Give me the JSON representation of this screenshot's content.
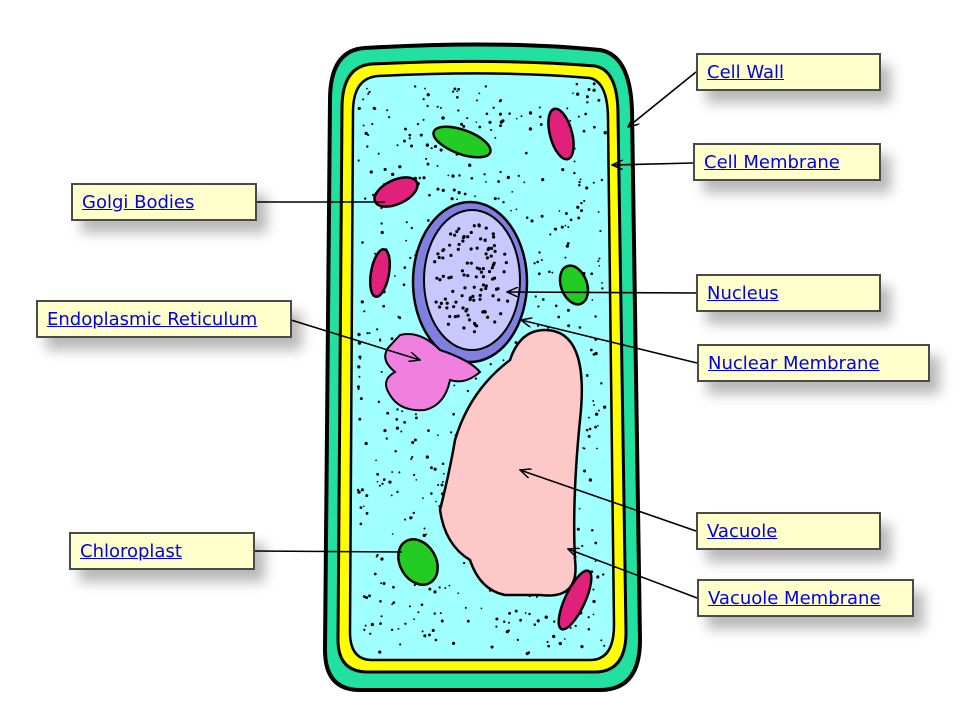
{
  "colors": {
    "cell_wall": "#22e0a0",
    "cell_membrane": "#ffff00",
    "cytoplasm": "#a0ffff",
    "nucleus": "#c8c8ff",
    "nuclear_membrane": "#8080e0",
    "vacuole": "#ffc8c8",
    "chloroplast": "#22cc22",
    "mitochondria": "#e0207a",
    "er": "#f080e0",
    "label_bg": "#ffffcc",
    "link": "#0000ee"
  },
  "labels": {
    "cell_wall": "Cell Wall",
    "cell_membrane": "Cell Membrane",
    "golgi_bodies": "Golgi Bodies",
    "endoplasmic_reticulum": "Endoplasmic Reticulum",
    "nucleus": "Nucleus",
    "nuclear_membrane": "Nuclear Membrane",
    "vacuole": "Vacuole",
    "vacuole_membrane": "Vacuole Membrane",
    "chloroplast": "Chloroplast"
  }
}
